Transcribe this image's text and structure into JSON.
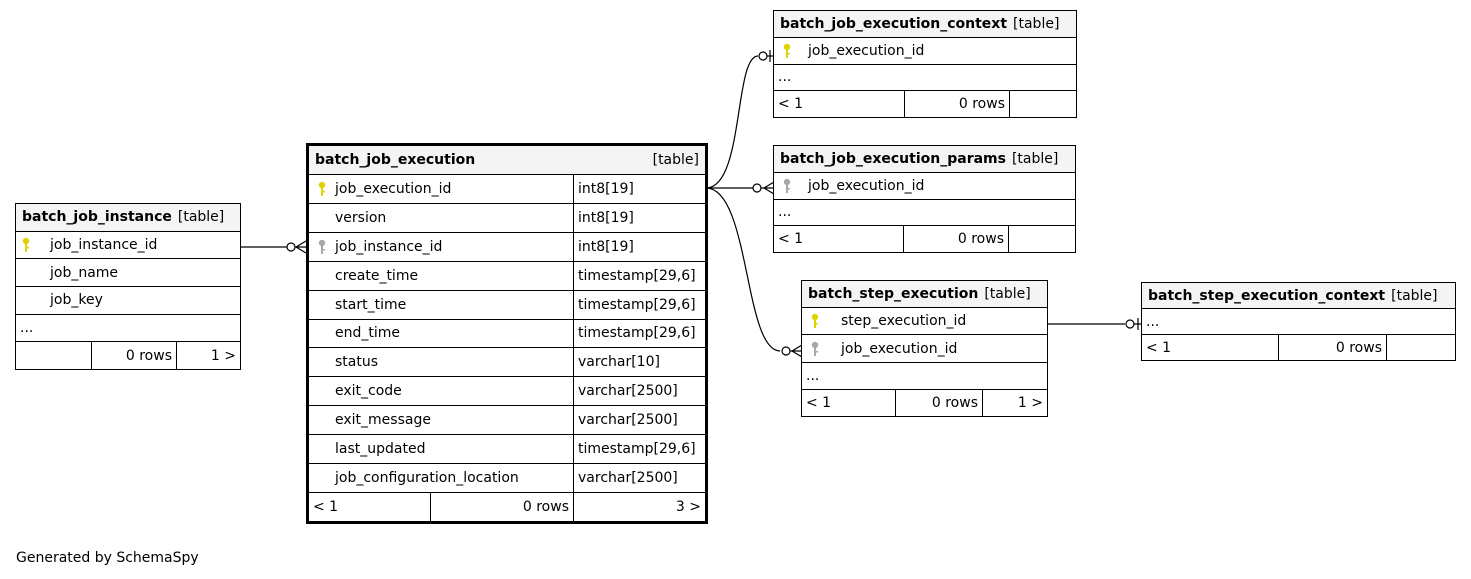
{
  "footer": {
    "text": "Generated by SchemaSpy"
  },
  "colors": {
    "primary_key": "#e0d200",
    "foreign_key": "#a8a8a8",
    "header_bg": "#f4f4f4"
  },
  "tables": {
    "batch_job_instance": {
      "name": "batch_job_instance",
      "kind": "[table]",
      "columns": [
        {
          "name": "job_instance_id",
          "key": "primary"
        },
        {
          "name": "job_name",
          "key": ""
        },
        {
          "name": "job_key",
          "key": ""
        }
      ],
      "more": "...",
      "footer": {
        "left": "",
        "rows": "0 rows",
        "right": "1 >"
      }
    },
    "batch_job_execution": {
      "name": "batch_job_execution",
      "kind": "[table]",
      "columns": [
        {
          "name": "job_execution_id",
          "type": "int8[19]",
          "key": "primary"
        },
        {
          "name": "version",
          "type": "int8[19]",
          "key": ""
        },
        {
          "name": "job_instance_id",
          "type": "int8[19]",
          "key": "foreign"
        },
        {
          "name": "create_time",
          "type": "timestamp[29,6]",
          "key": ""
        },
        {
          "name": "start_time",
          "type": "timestamp[29,6]",
          "key": ""
        },
        {
          "name": "end_time",
          "type": "timestamp[29,6]",
          "key": ""
        },
        {
          "name": "status",
          "type": "varchar[10]",
          "key": ""
        },
        {
          "name": "exit_code",
          "type": "varchar[2500]",
          "key": ""
        },
        {
          "name": "exit_message",
          "type": "varchar[2500]",
          "key": ""
        },
        {
          "name": "last_updated",
          "type": "timestamp[29,6]",
          "key": ""
        },
        {
          "name": "job_configuration_location",
          "type": "varchar[2500]",
          "key": ""
        }
      ],
      "footer": {
        "left": "< 1",
        "rows": "0 rows",
        "right": "3 >"
      }
    },
    "batch_job_execution_context": {
      "name": "batch_job_execution_context",
      "kind": "[table]",
      "columns": [
        {
          "name": "job_execution_id",
          "key": "primary"
        }
      ],
      "more": "...",
      "footer": {
        "left": "< 1",
        "rows": "0 rows",
        "right": ""
      }
    },
    "batch_job_execution_params": {
      "name": "batch_job_execution_params",
      "kind": "[table]",
      "columns": [
        {
          "name": "job_execution_id",
          "key": "foreign"
        }
      ],
      "more": "...",
      "footer": {
        "left": "< 1",
        "rows": "0 rows",
        "right": ""
      }
    },
    "batch_step_execution": {
      "name": "batch_step_execution",
      "kind": "[table]",
      "columns": [
        {
          "name": "step_execution_id",
          "key": "primary"
        },
        {
          "name": "job_execution_id",
          "key": "foreign"
        }
      ],
      "more": "...",
      "footer": {
        "left": "< 1",
        "rows": "0 rows",
        "right": "1 >"
      }
    },
    "batch_step_execution_context": {
      "name": "batch_step_execution_context",
      "kind": "[table]",
      "more": "...",
      "footer": {
        "left": "< 1",
        "rows": "0 rows",
        "right": ""
      }
    }
  }
}
